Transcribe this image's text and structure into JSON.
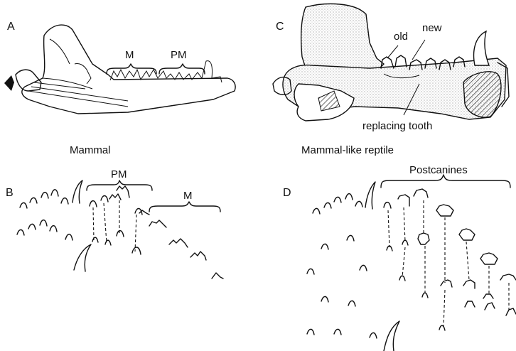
{
  "panels": {
    "a": {
      "letter": "A",
      "molar_label": "M",
      "premolar_label": "PM"
    },
    "b": {
      "letter": "B",
      "premolar_label": "PM",
      "molar_label": "M"
    },
    "c": {
      "letter": "C",
      "old_label": "old",
      "new_label": "new",
      "replacing_label": "replacing tooth"
    },
    "d": {
      "letter": "D",
      "postcanines_label": "Postcanines"
    }
  },
  "captions": {
    "mammal": "Mammal",
    "reptile": "Mammal-like reptile"
  },
  "colors": {
    "ink": "#111111",
    "stipple": "#c8c8c8",
    "background": "#ffffff"
  }
}
